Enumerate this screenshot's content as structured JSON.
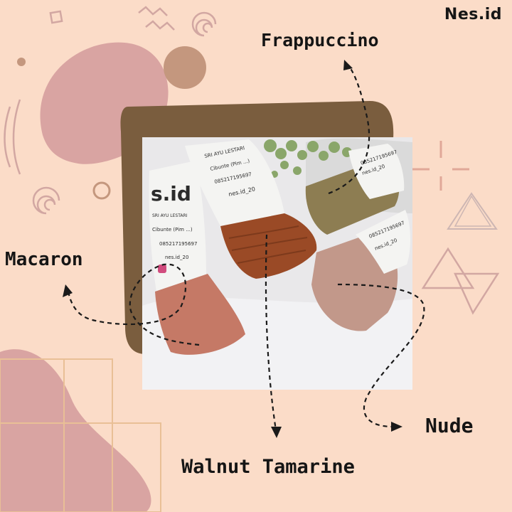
{
  "brand": "Nes.id",
  "labels": {
    "frappuccino": "Frappuccino",
    "macaron": "Macaron",
    "nude": "Nude",
    "walnut": "Walnut Tamarine"
  },
  "product_sleeve": {
    "logo_partial": "s.id",
    "tagline": "SRI AYU LESTARI",
    "address": "Cibunte (Pim ...)",
    "phone": "085217195697",
    "instagram": "nes.id_20"
  },
  "colors": {
    "background": "#fbdcc8",
    "frame": "#7a5d3e",
    "walnut": "#9a4a26",
    "frappuccino": "#8d7d52",
    "macaron": "#c57966",
    "nude": "#c2988a"
  }
}
